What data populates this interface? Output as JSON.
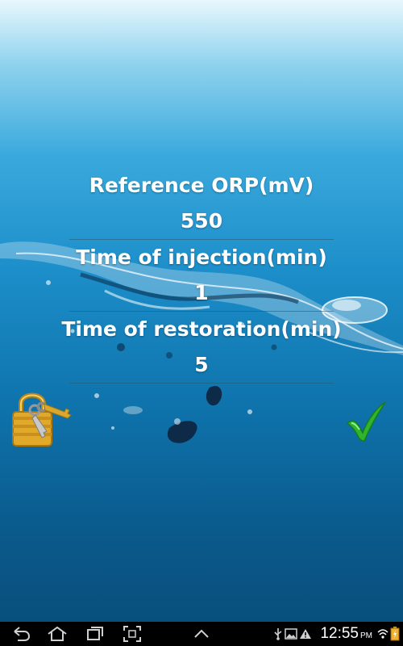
{
  "form": {
    "reference_orp_label": "Reference ORP(mV)",
    "reference_orp_value": "550",
    "injection_time_label": "Time of injection(min)",
    "injection_time_value": "1",
    "restoration_time_label": "Time of restoration(min)",
    "restoration_time_value": "5"
  },
  "actions": {
    "lock_icon": "padlock-with-keys-icon",
    "confirm_icon": "green-checkmark-icon"
  },
  "navbar": {
    "back_icon": "back-icon",
    "home_icon": "home-icon",
    "recent_apps_icon": "recent-apps-icon",
    "screenshot_icon": "screenshot-icon",
    "menu_up_icon": "chevron-up-icon"
  },
  "status_bar": {
    "time": "12:55",
    "ampm": "PM",
    "icons": [
      "usb-icon",
      "image-icon",
      "warning-icon",
      "wifi-icon",
      "battery-icon"
    ]
  },
  "colors": {
    "water_top": "#8fd2ee",
    "water_bottom": "#084c78",
    "checkmark": "#2db52d",
    "lock_gold": "#e0a92a",
    "navbar": "#000000"
  }
}
